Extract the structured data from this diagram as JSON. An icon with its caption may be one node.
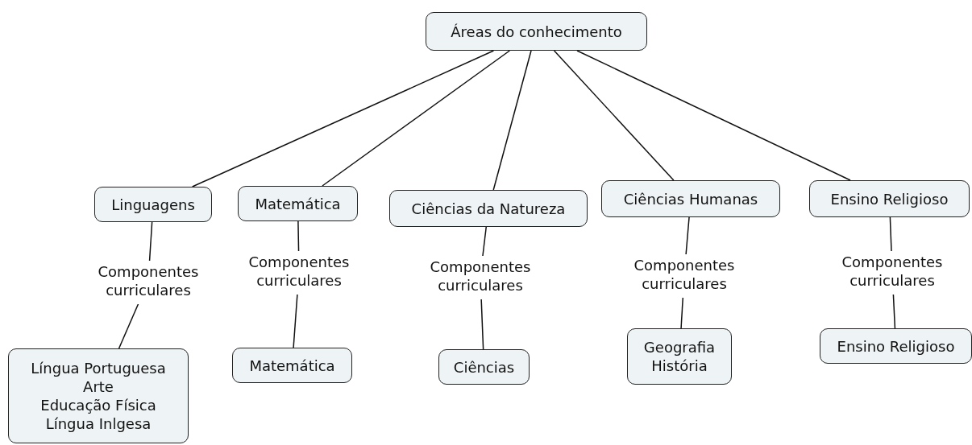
{
  "diagram": {
    "nodes": [
      {
        "text": [
          "Áreas do conhecimento"
        ]
      },
      {
        "text": [
          "Linguagens"
        ]
      },
      {
        "text": [
          "Matemática"
        ]
      },
      {
        "text": [
          "Ciências da Natureza"
        ]
      },
      {
        "text": [
          "Ciências Humanas"
        ]
      },
      {
        "text": [
          "Ensino Religioso"
        ]
      },
      {
        "text": [
          "Componentes curriculares"
        ]
      },
      {
        "text": [
          "Componentes curriculares"
        ]
      },
      {
        "text": [
          "Componentes curriculares"
        ]
      },
      {
        "text": [
          "Componentes curriculares"
        ]
      },
      {
        "text": [
          "Componentes curriculares"
        ]
      },
      {
        "text": [
          "Língua Portuguesa",
          "Arte",
          "Educação Física",
          "Língua Inlgesa"
        ]
      },
      {
        "text": [
          "Matemática"
        ]
      },
      {
        "text": [
          "Ciências"
        ]
      },
      {
        "text": [
          "Geografia",
          "História"
        ]
      },
      {
        "text": [
          "Ensino Religioso"
        ]
      }
    ],
    "edges": [
      {
        "from": 0,
        "to": 1,
        "arrow": "none"
      },
      {
        "from": 0,
        "to": 2,
        "arrow": "none"
      },
      {
        "from": 0,
        "to": 3,
        "arrow": "none"
      },
      {
        "from": 0,
        "to": 4,
        "arrow": "none"
      },
      {
        "from": 0,
        "to": 5,
        "arrow": "none"
      },
      {
        "from": 1,
        "to": 6,
        "arrow": "none"
      },
      {
        "from": 6,
        "to": 11,
        "arrow": "none"
      },
      {
        "from": 2,
        "to": 7,
        "arrow": "none"
      },
      {
        "from": 7,
        "to": 12,
        "arrow": "none"
      },
      {
        "from": 3,
        "to": 8,
        "arrow": "none"
      },
      {
        "from": 8,
        "to": 13,
        "arrow": "none"
      },
      {
        "from": 4,
        "to": 9,
        "arrow": "none"
      },
      {
        "from": 9,
        "to": 14,
        "arrow": "none"
      },
      {
        "from": 5,
        "to": 10,
        "arrow": "none"
      },
      {
        "from": 10,
        "to": 15,
        "arrow": "none"
      }
    ]
  }
}
